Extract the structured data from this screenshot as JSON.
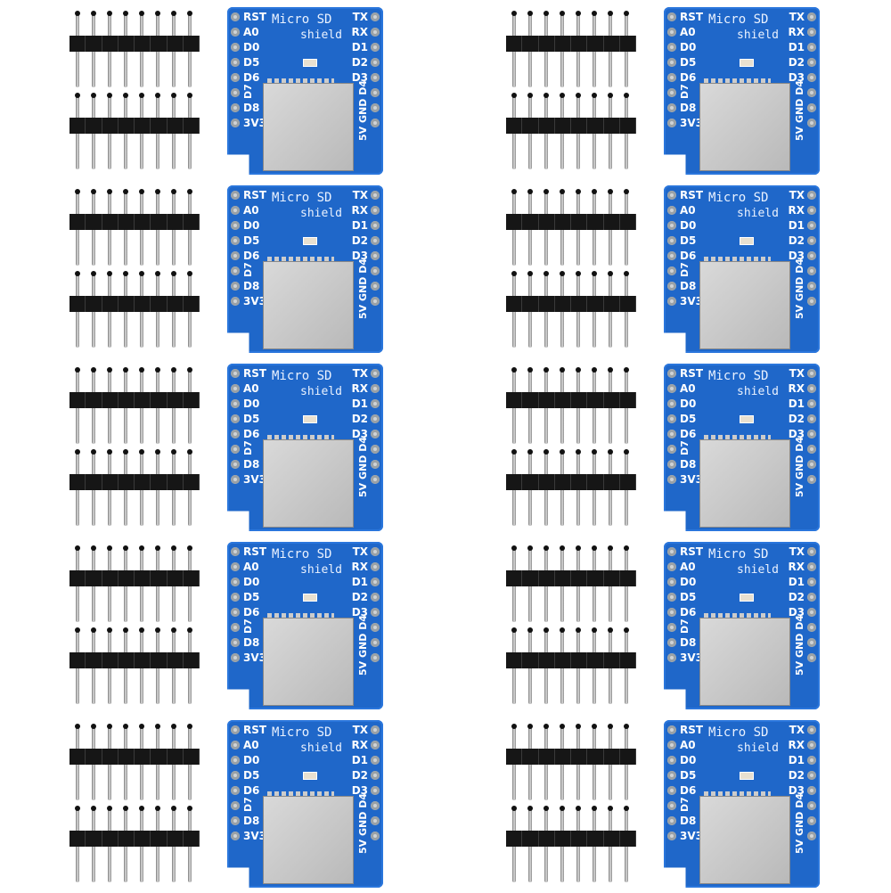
{
  "image": {
    "description": "Product photo: 10 Micro SD shield boards with pin headers, arranged 2 columns by 5 rows",
    "grid": {
      "columns": 2,
      "rows": 5
    }
  },
  "board": {
    "title": "Micro SD",
    "subtitle": "shield",
    "left_pins": [
      "RST",
      "A0",
      "D0",
      "D5",
      "D6",
      "D7",
      "D8",
      "3V3"
    ],
    "right_pins": [
      "TX",
      "RX",
      "D1",
      "D2",
      "D3",
      "D4",
      "GND",
      "5V"
    ],
    "pcb_color": "#1f67c9"
  },
  "headers": {
    "per_board": 2,
    "pins_per_header": 8
  }
}
